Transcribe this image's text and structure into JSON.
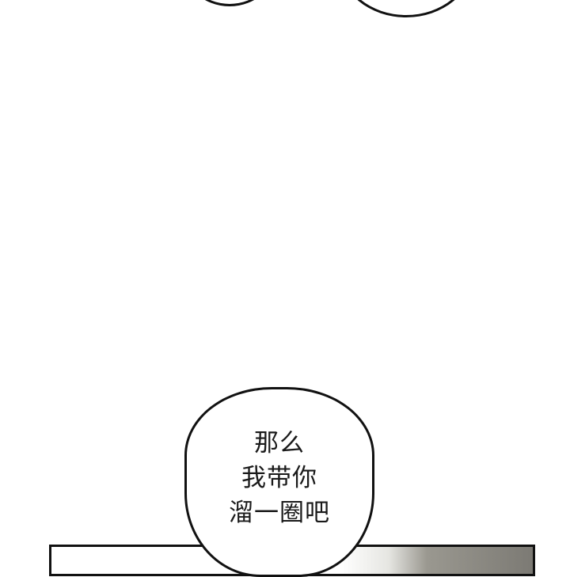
{
  "comic": {
    "top_bubbles": [
      {
        "id": "left",
        "text": ""
      },
      {
        "id": "right",
        "text": ""
      }
    ],
    "speech_bubble": {
      "lines": [
        "那么",
        "我带你",
        "溜一圈吧"
      ]
    },
    "panel": {
      "border_color": "#111111",
      "gradient_colors": [
        "#ffffff",
        "#9a9890",
        "#7c7a74"
      ]
    }
  }
}
